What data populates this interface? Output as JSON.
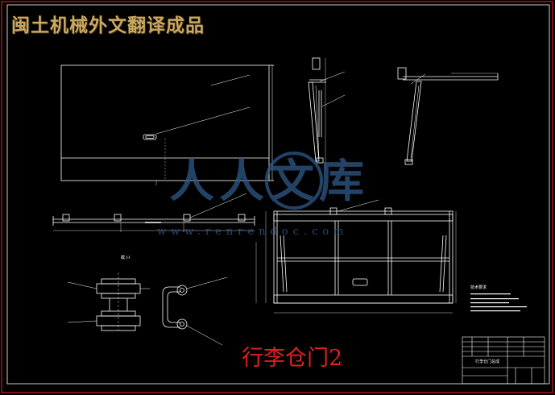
{
  "header": {
    "stamp_text": "闽土机械外文翻译成品"
  },
  "watermark": {
    "logo_text": "人人文库",
    "url_text": "www.renrendoc.com"
  },
  "drawing": {
    "title": "行李仓门2",
    "section_label": "截 I-I"
  },
  "notes": {
    "title": "技术要求"
  },
  "title_block": {
    "part_name": "行李仓门总成"
  },
  "colors": {
    "background": "#000000",
    "line": "#ffffff",
    "border": "#ff2020",
    "title": "#e02020",
    "stamp": "#c9a860",
    "watermark": "#2e5a88"
  }
}
